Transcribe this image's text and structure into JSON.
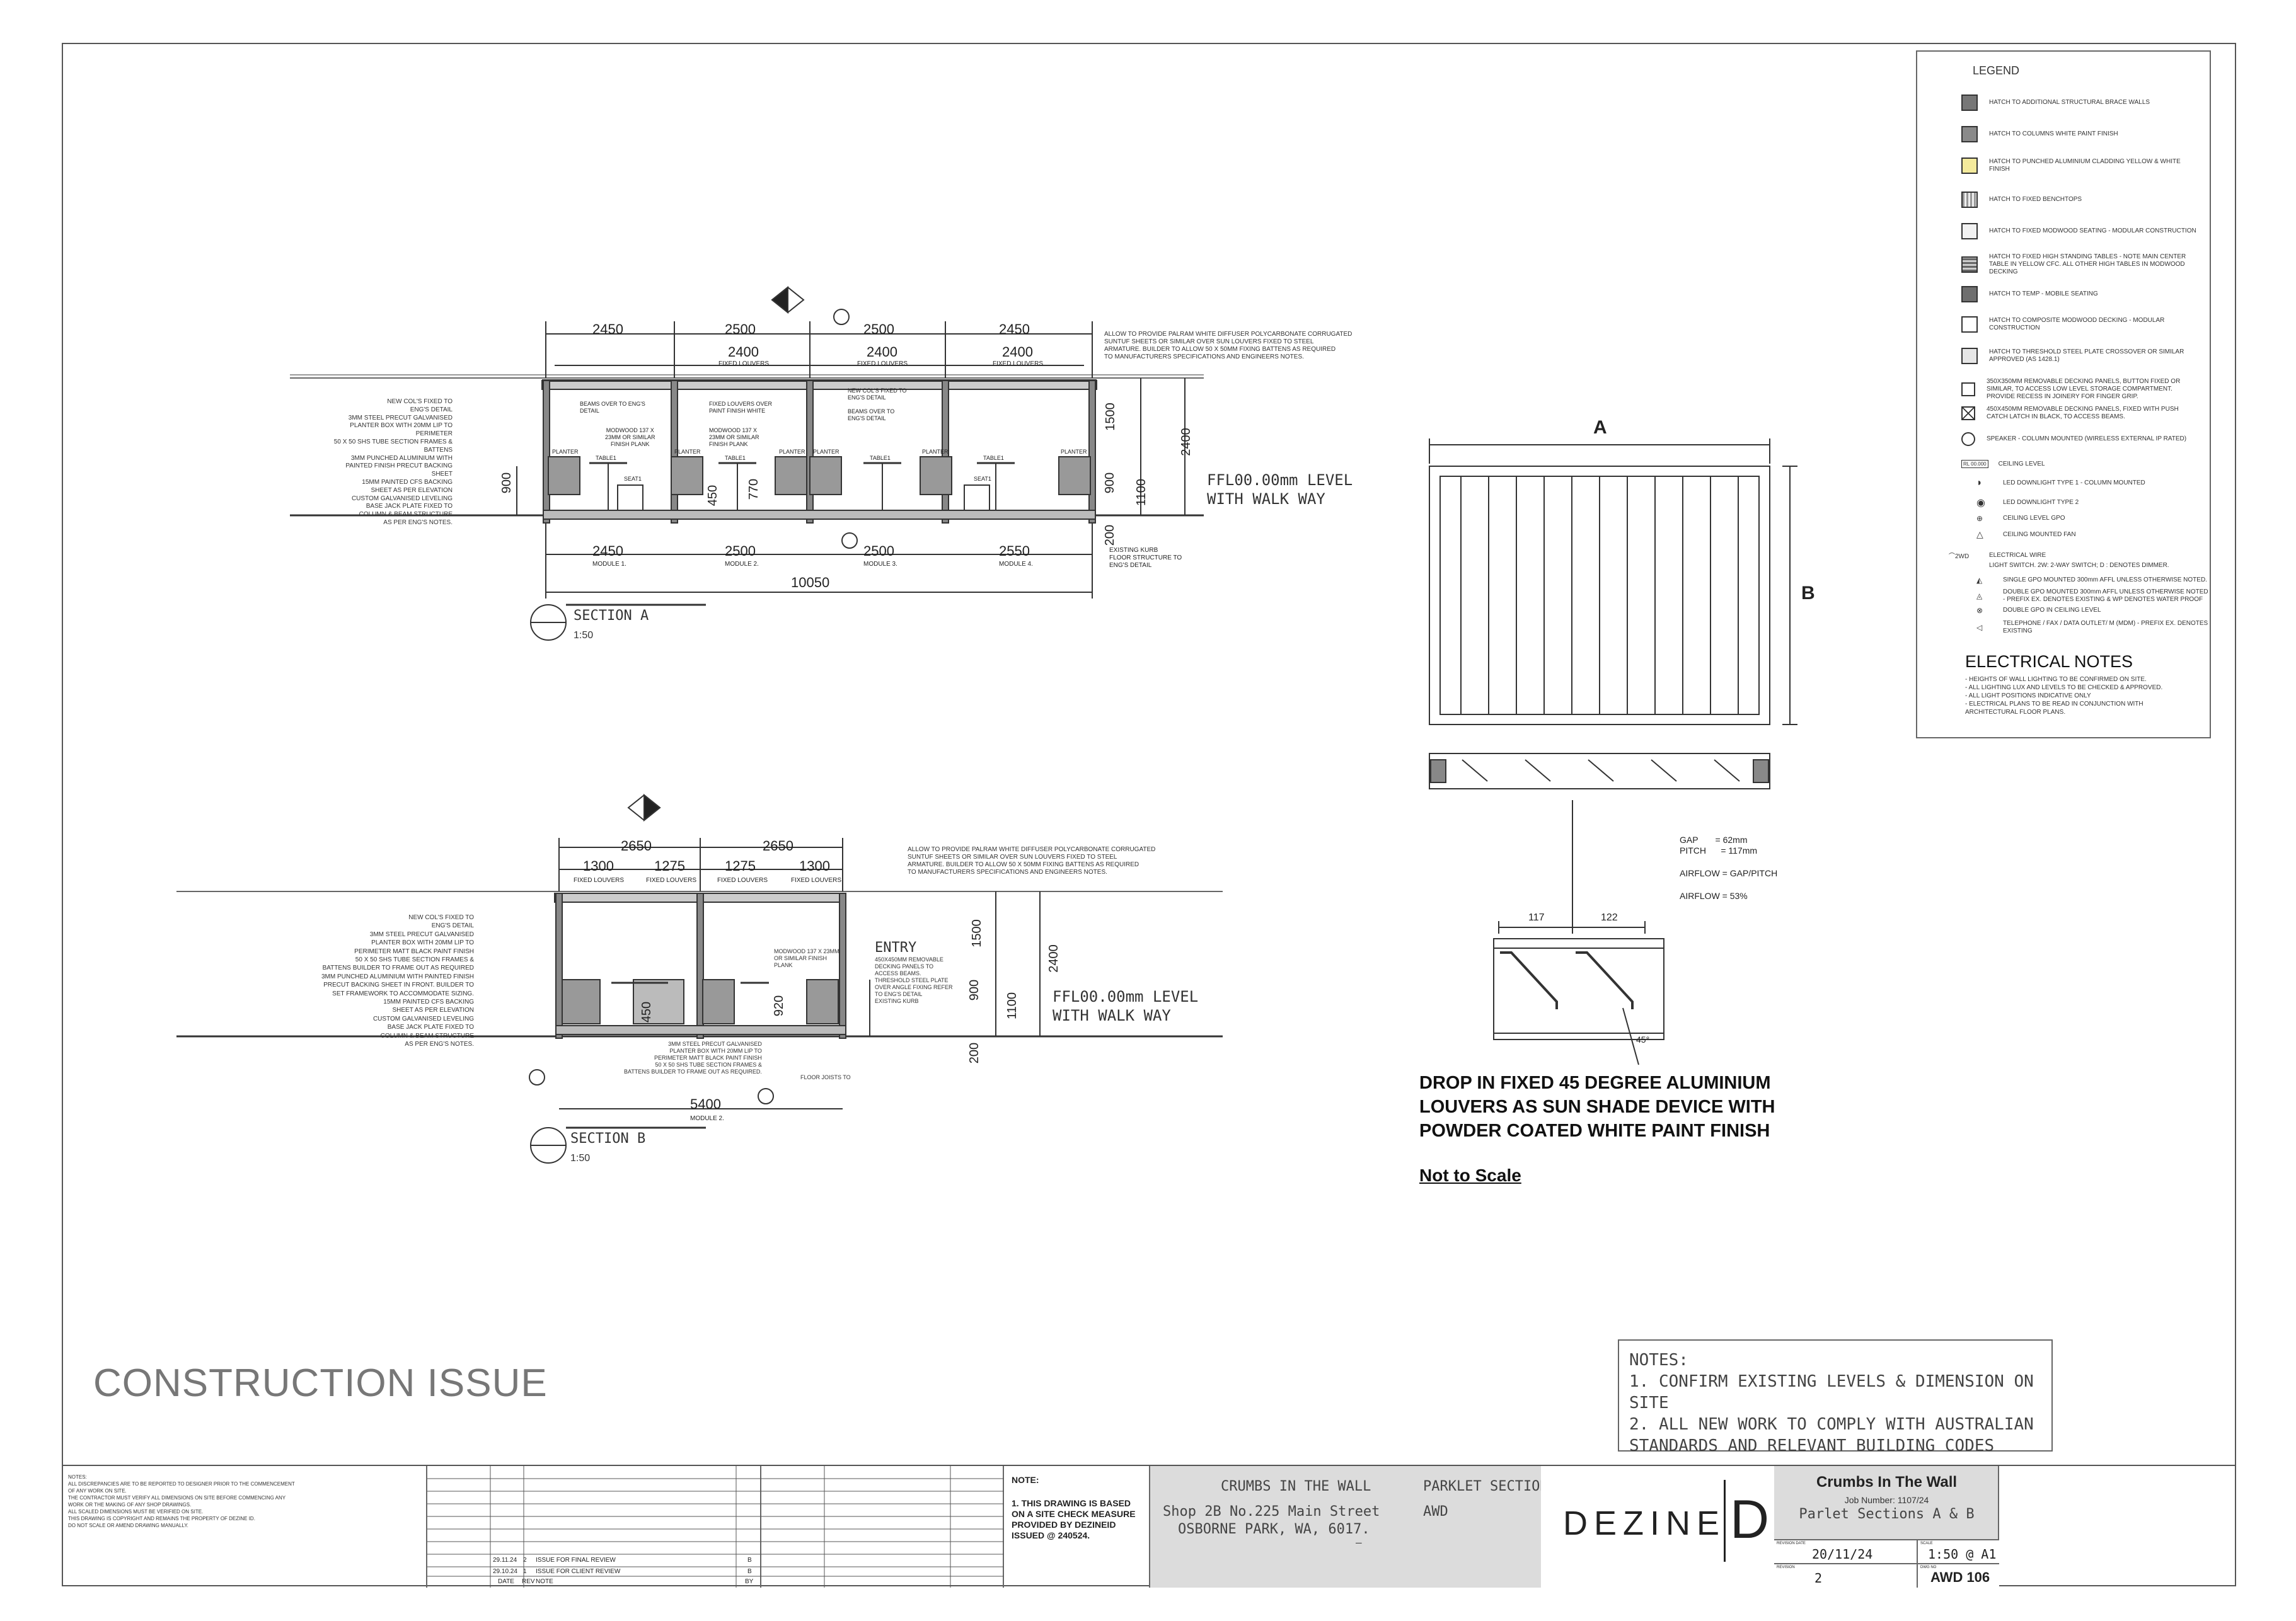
{
  "sheet": {
    "construction_issue": "CONSTRUCTION ISSUE",
    "notes": {
      "heading": "NOTES:",
      "line1": "1. CONFIRM EXISTING LEVELS & DIMENSION ON SITE",
      "line2": "2. ALL NEW WORK TO COMPLY WITH AUSTRALIAN",
      "line3": "STANDARDS AND RELEVANT BUILDING CODES"
    }
  },
  "section_a": {
    "title": "SECTION A",
    "scale": "1:50",
    "top_dims": [
      "2450",
      "2500",
      "2500",
      "2450"
    ],
    "louver_dims": [
      "2400",
      "2400",
      "2400"
    ],
    "fixed_louvers": "FIXED LOUVERS",
    "bottom_dims": [
      "2450",
      "2500",
      "2500",
      "2550"
    ],
    "modules": [
      "MODULE 1.",
      "MODULE 2.",
      "MODULE 3.",
      "MODULE 4."
    ],
    "total": "10050",
    "height_1500": "1500",
    "height_2400": "2400",
    "height_900": "900",
    "height_1100": "1100",
    "height_200": "200",
    "height_450": "450",
    "height_770": "770",
    "ffl": "FFL00.00mm LEVEL",
    "walkway": "WITH WALK WAY",
    "planter": "PLANTER",
    "table": "TABLE1",
    "seat": "SEAT1",
    "left_notes": [
      "NEW COL'S FIXED  TO",
      "ENG'S DETAIL",
      "3MM STEEL PRECUT GALVANISED",
      "PLANTER BOX WITH 20MM LIP TO",
      "PERIMETER",
      "50 X 50 SHS TUBE SECTION FRAMES &",
      "BATTENS",
      "3MM PUNCHED ALUMINIUM WITH",
      "PAINTED FINISH PRECUT BACKING",
      "SHEET",
      "15MM PAINTED CFS BACKING",
      "SHEET AS PER ELEVATION",
      "CUSTOM GALVANISED LEVELING",
      "BASE JACK PLATE FIXED TO",
      "COLUMN & BEAM STRUCTURE",
      "AS PER ENG'S NOTES."
    ],
    "right_note": [
      "ALLOW TO PROVIDE PALRAM WHITE DIFFUSER POLYCARBONATE CORRUGATED",
      "SUNTUF SHEETS OR SIMILAR OVER SUN LOUVERS FIXED TO STEEL",
      "ARMATURE. BUILDER TO ALLOW 50 X 50MM FIXING BATTENS AS REQUIRED",
      "TO MANUFACTURERS SPECIFICATIONS AND ENGINEERS NOTES."
    ],
    "inner_notes": {
      "beams": [
        "BEAMS OVER TO ENG'S",
        "DETAIL"
      ],
      "louvers_over": [
        "FIXED LOUVERS OVER",
        "PAINT FINISH WHITE"
      ],
      "modwood_a": [
        "MODWOOD 137 X",
        "23MM OR SIMILAR",
        "FINISH PLANK"
      ],
      "modwood_b": [
        "MODWOOD 137 X",
        "23MM OR SIMILAR",
        "FINISH PLANK"
      ],
      "newcol": [
        "NEW COL'S FIXED  TO",
        "ENG'S DETAIL"
      ],
      "beams2": [
        "BEAMS OVER TO",
        "ENG'S DETAIL"
      ]
    },
    "kerb_note": [
      "EXISTING KURB",
      "FLOOR STRUCTURE TO",
      "ENG'S DETAIL"
    ]
  },
  "section_b": {
    "title": "SECTION B",
    "scale": "1:50",
    "top_dims": [
      "2650",
      "2650"
    ],
    "louver_dims": [
      "1300",
      "1275",
      "1275",
      "1300"
    ],
    "fixed_louvers": "FIXED LOUVERS",
    "bottom_dims": [
      "5400"
    ],
    "module": "MODULE 2.",
    "height_1500": "1500",
    "height_2400": "2400",
    "height_900": "900",
    "height_1100": "1100",
    "height_200": "200",
    "height_450": "450",
    "height_920": "920",
    "ffl": "FFL00.00mm LEVEL",
    "walkway": "WITH WALK WAY",
    "entry": "ENTRY",
    "entry_note": [
      "450X450MM REMOVABLE",
      "DECKING PANELS TO",
      "ACCESS BEAMS.",
      "THRESHOLD STEEL PLATE",
      "OVER ANGLE FIXING REFER",
      "TO ENG'S DETAIL",
      "EXISTING KURB"
    ],
    "left_notes": [
      "NEW COL'S FIXED  TO",
      "ENG'S DETAIL",
      "3MM STEEL PRECUT GALVANISED",
      "PLANTER BOX WITH 20MM LIP TO",
      "PERIMETER MATT BLACK PAINT FINISH",
      "50 X 50 SHS TUBE SECTION FRAMES &",
      "BATTENS BUILDER TO FRAME OUT AS REQUIRED",
      "3MM PUNCHED ALUMINIUM WITH PAINTED FINISH",
      "PRECUT BACKING SHEET IN FRONT.  BUILDER TO",
      "SET FRAMEWORK TO ACCOMMODATE SIZING.",
      "15MM PAINTED CFS BACKING",
      "SHEET AS PER ELEVATION",
      "CUSTOM GALVANISED LEVELING",
      "BASE JACK PLATE FIXED TO",
      "COLUMN & BEAM STRUCTURE",
      "AS PER ENG'S NOTES."
    ],
    "bottom_note": [
      "3MM STEEL PRECUT GALVANISED",
      "PLANTER BOX WITH 20MM LIP TO",
      "PERIMETER MATT BLACK PAINT FINISH",
      "50 X 50 SHS TUBE SECTION FRAMES &",
      "BATTENS BUILDER TO FRAME OUT AS REQUIRED."
    ],
    "modwood": [
      "MODWOOD 137 X 23MM",
      "OR SIMILAR FINISH",
      "PLANK"
    ],
    "floor_joists": "FLOOR JOISTS TO",
    "right_note": [
      "ALLOW TO PROVIDE PALRAM WHITE DIFFUSER POLYCARBONATE CORRUGATED",
      "SUNTUF SHEETS OR SIMILAR OVER SUN LOUVERS FIXED TO STEEL",
      "ARMATURE. BUILDER TO ALLOW 50 X 50MM FIXING BATTENS AS REQUIRED",
      "TO MANUFACTURERS SPECIFICATIONS AND ENGINEERS NOTES."
    ]
  },
  "louver_detail": {
    "label_a": "A",
    "label_b": "B",
    "gap": "GAP       = 62mm",
    "pitch": "PITCH      = 117mm",
    "airflow": "AIRFLOW = GAP/PITCH",
    "airflow_pct": "AIRFLOW = 53%",
    "dim_117": "117",
    "dim_122": "122",
    "angle": "45°",
    "drop_text": [
      "DROP IN FIXED 45 DEGREE ALUMINIUM",
      "LOUVERS AS SUN SHADE DEVICE WITH",
      "POWDER COATED WHITE PAINT FINISH"
    ],
    "nts": "Not to Scale"
  },
  "legend": {
    "title": "LEGEND",
    "items": [
      {
        "text": "HATCH TO ADDITIONAL STRUCTURAL BRACE WALLS",
        "color": "#777777"
      },
      {
        "text": "HATCH TO COLUMNS WHITE PAINT FINISH",
        "color": "#8a8a8a"
      },
      {
        "text": "HATCH TO PUNCHED ALUMINIUM CLADDING YELLOW & WHITE FINISH",
        "color": "#f4ea9c"
      },
      {
        "text": "HATCH TO FIXED BENCHTOPS",
        "color": "#bdbdbd"
      },
      {
        "text": "HATCH TO FIXED MODWOOD SEATING - MODULAR CONSTRUCTION",
        "color": "#f2f2f2"
      },
      {
        "text": "HATCH TO FIXED HIGH STANDING TABLES - NOTE MAIN CENTER TABLE IN YELLOW CFC.  ALL OTHER HIGH TABLES IN MODWOOD DECKING",
        "color": "#9a9a9a"
      },
      {
        "text": "HATCH TO TEMP - MOBILE SEATING",
        "color": "#6f6f6f"
      },
      {
        "text": "HATCH TO COMPOSITE MODWOOD DECKING - MODULAR CONSTRUCTION",
        "color": "#ffffff"
      },
      {
        "text": "HATCH TO THRESHOLD STEEL PLATE CROSSOVER OR SIMILAR APPROVED (AS 1428.1)",
        "color": "#e6e6e6"
      },
      {
        "text": "350X350MM REMOVABLE DECKING PANELS, BUTTON FIXED OR SIMILAR, TO ACCESS LOW LEVEL STORAGE COMPARTMENT. PROVIDE RECESS IN JOINERY FOR FINGER GRIP.",
        "color": "#ffffff"
      },
      {
        "text": "450X450MM REMOVABLE DECKING PANELS, FIXED WITH PUSH CATCH LATCH IN BLACK, TO ACCESS BEAMS.",
        "color": "#ffffff"
      },
      {
        "text": "SPEAKER - COLUMN MOUNTED (WIRELESS EXTERNAL IP RATED)",
        "color": "#ffffff"
      }
    ],
    "symbols": [
      "CEILING LEVEL",
      "LED DOWNLIGHT TYPE 1 - COLUMN MOUNTED",
      "LED DOWNLIGHT TYPE 2",
      "CEILING LEVEL GPO",
      "CEILING MOUNTED FAN",
      "ELECTRICAL WIRE",
      "LIGHT SWITCH.  2W: 2-WAY SWITCH; D : DENOTES DIMMER.",
      "SINGLE GPO MOUNTED 300mm AFFL UNLESS OTHERWISE NOTED.",
      "DOUBLE GPO MOUNTED 300mm AFFL UNLESS OTHERWISE NOTED - PREFIX EX. DENOTES EXISTING & WP DENOTES WATER PROOF",
      "DOUBLE GPO IN CEILING LEVEL",
      "TELEPHONE / FAX / DATA OUTLET/ M (MDM) - PREFIX EX. DENOTES EXISTING"
    ],
    "ceiling_tag": "RL 00.000",
    "wire_tag": "2WD",
    "electrical_title": "ELECTRICAL NOTES",
    "electrical_notes": [
      "- HEIGHTS OF WALL LIGHTING TO BE CONFIRMED ON SITE.",
      "- ALL LIGHTING LUX AND LEVELS TO BE CHECKED & APPROVED.",
      "- ALL LIGHT POSITIONS INDICATIVE ONLY",
      "- ELECTRICAL PLANS TO BE READ IN CONJUNCTION WITH ARCHITECTURAL FLOOR PLANS."
    ]
  },
  "title_block": {
    "general_notes": [
      "NOTES:",
      "ALL DISCREPANCIES ARE TO BE REPORTED TO DESIGNER PRIOR TO THE COMMENCEMENT OF ANY WORK ON SITE.",
      "THE CONTRACTOR MUST VERIFY ALL DIMENSIONS ON SITE BEFORE COMMENCING ANY WORK OR THE MAKING OF ANY SHOP DRAWINGS.",
      "ALL SCALED DIMENSIONS MUST BE VERIFIED ON SITE.",
      "THIS DRAWING IS COPYRIGHT AND REMAINS THE PROPERTY OF DEZINE ID.",
      "DO NOT SCALE OR AMEND DRAWING MANUALLY."
    ],
    "revisions": [
      {
        "date": "29.11.24",
        "rev": "2",
        "note": "ISSUE FOR FINAL REVIEW",
        "by": "B"
      },
      {
        "date": "29.10.24",
        "rev": "1",
        "note": "ISSUE FOR CLIENT REVIEW",
        "by": "B"
      }
    ],
    "rev_headers": {
      "date": "DATE",
      "rev": "REV",
      "note": "NOTE",
      "by": "BY"
    },
    "note_heading": "NOTE:",
    "note_body": "1. THIS DRAWING IS BASED ON A SITE CHECK MEASURE PROVIDED BY DEZINEID  ISSUED @ 240524.",
    "project": "CRUMBS IN THE WALL",
    "address1": "Shop 2B No.225 Main Street",
    "address2": "OSBORNE PARK, WA, 6017.",
    "dash": "—",
    "drawing_title": "PARKLET SECTIONS A & B",
    "drawing_code": "AWD",
    "brand": "DEZINE",
    "brand_id": "D.",
    "client": "Crumbs In The Wall",
    "job": "Job Number: 1107/24",
    "sheet_title": "Parlet Sections A & B",
    "date_label": "REVISION DATE",
    "date": "20/11/24",
    "scale_label": "SCALE",
    "scale": "1:50 @ A1",
    "rev_label": "REVISION",
    "rev": "2",
    "dwg_label": "DWG NO",
    "dwg": "AWD 106"
  }
}
